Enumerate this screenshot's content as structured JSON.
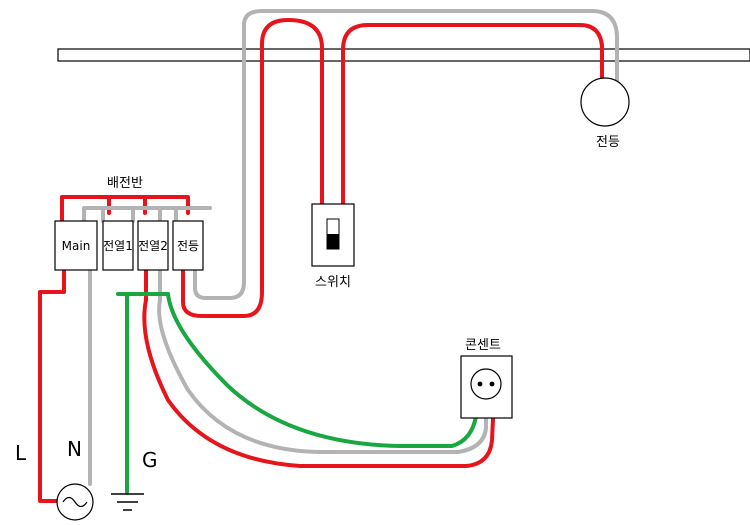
{
  "labels": {
    "panel": "배전반",
    "breaker_main": "Main",
    "breaker_heat1": "전열1",
    "breaker_heat2": "전열2",
    "breaker_light": "전등",
    "switch": "스위치",
    "lamp": "전등",
    "outlet": "콘센트",
    "line_L": "L",
    "line_N": "N",
    "line_G": "G"
  },
  "colors": {
    "live": "#e8141b",
    "neutral": "#b3b3b3",
    "ground": "#1aa640",
    "outline": "#000000"
  },
  "icons": {
    "source": "ac-source-icon",
    "ground": "ground-symbol-icon",
    "lamp": "lamp-icon",
    "switch": "toggle-switch-icon",
    "outlet": "outlet-icon"
  }
}
